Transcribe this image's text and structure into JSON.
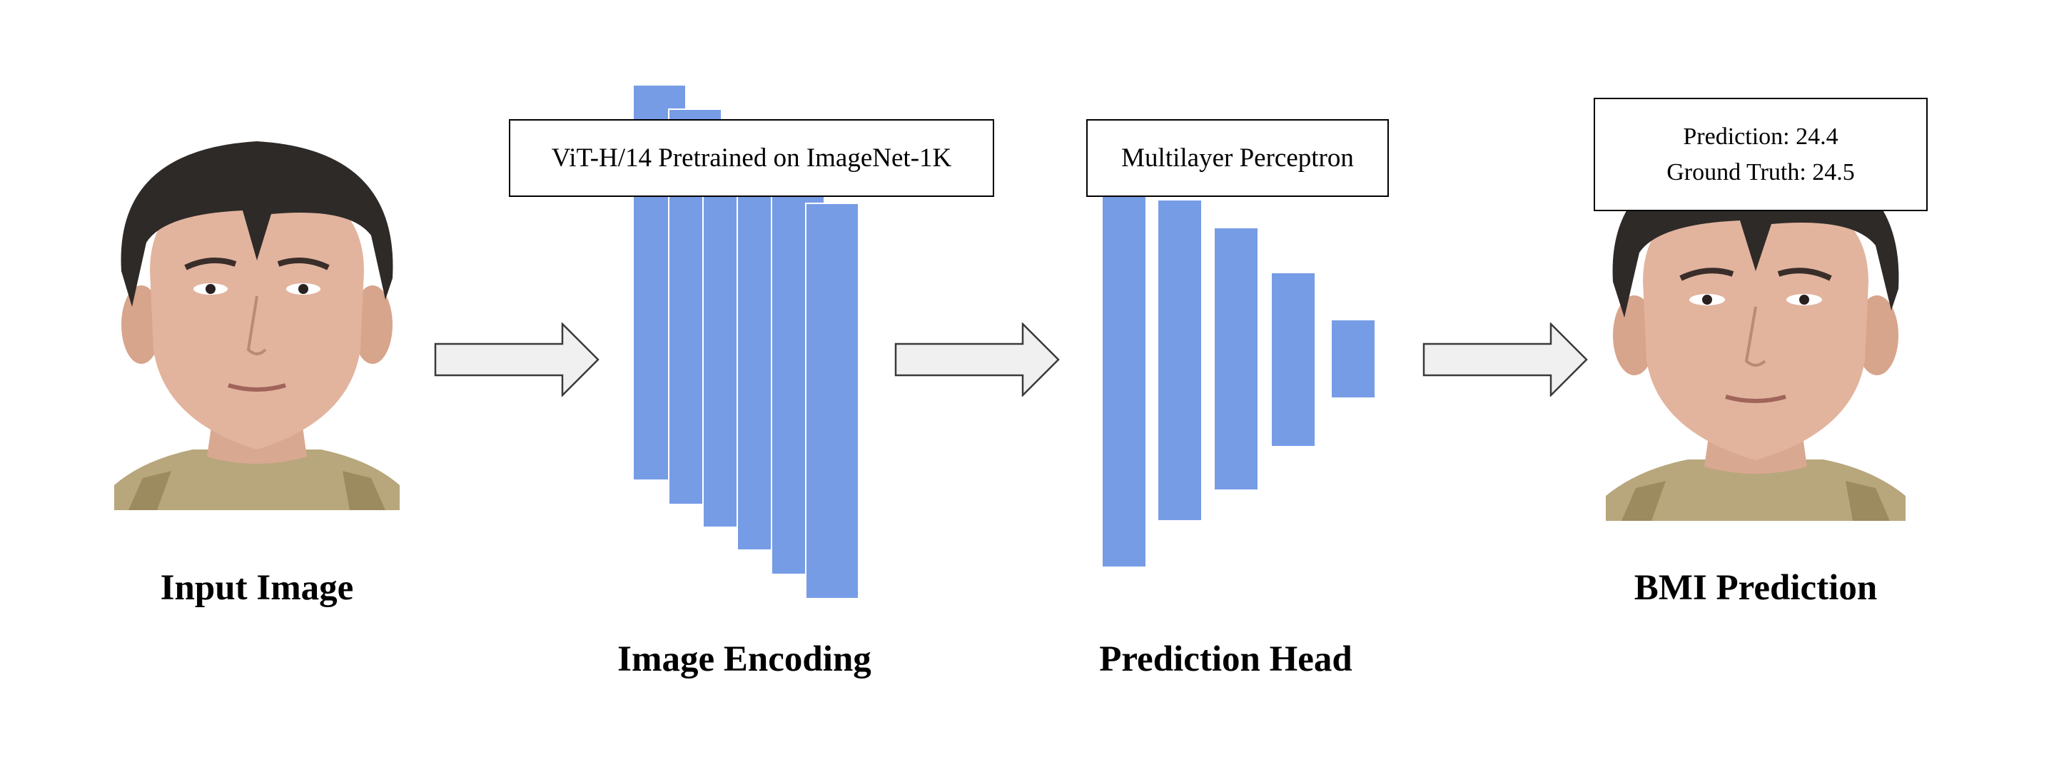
{
  "stages": {
    "input": {
      "label": "Input Image"
    },
    "encoder": {
      "label": "Image Encoding",
      "box_text": "ViT-H/14 Pretrained on ImageNet-1K"
    },
    "head": {
      "label": "Prediction Head",
      "box_text": "Multilayer Perceptron"
    },
    "output": {
      "label": "BMI Prediction",
      "prediction_text": "Prediction: 24.4",
      "ground_truth_text": "Ground Truth: 24.5"
    }
  },
  "colors": {
    "layer_fill": "#779CE6",
    "arrow_fill": "#F0F0F0",
    "arrow_stroke": "#3A3A3A",
    "box_border": "#000000"
  },
  "icons": {
    "input_photo": "face-photo",
    "output_photo": "face-photo",
    "flow_arrow": "right-block-arrow"
  }
}
